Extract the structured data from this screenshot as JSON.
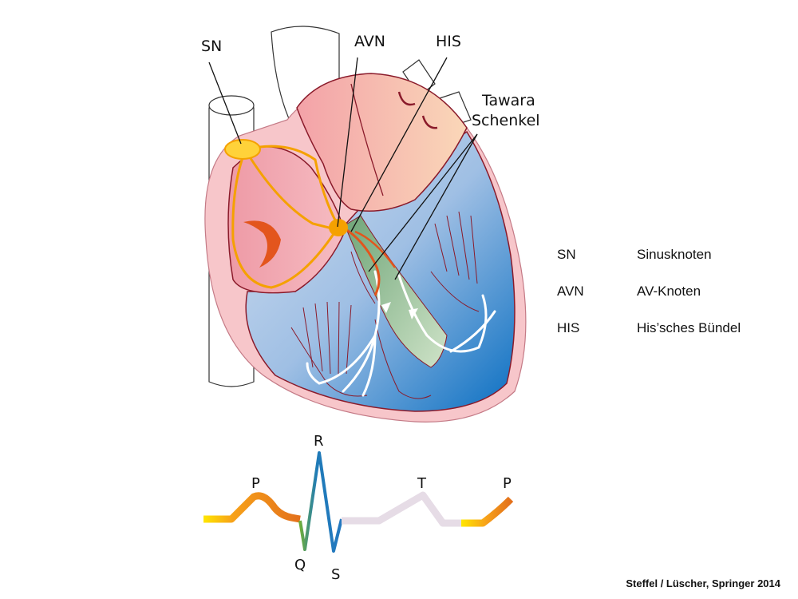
{
  "labels": {
    "sn": "SN",
    "avn": "AVN",
    "his": "HIS",
    "tawara_line1": "Tawara",
    "tawara_line2": "Schenkel"
  },
  "legend": [
    {
      "abbr": "SN",
      "meaning": "Sinusknoten"
    },
    {
      "abbr": "AVN",
      "meaning": "AV-Knoten"
    },
    {
      "abbr": "HIS",
      "meaning": "His’sches Bündel"
    }
  ],
  "ecg": {
    "p1": "P",
    "q": "Q",
    "r": "R",
    "s": "S",
    "t": "T",
    "p2": "P"
  },
  "credit": "Steffel / Lüscher, Springer 2014",
  "colors": {
    "conduction": "#f5a100",
    "node": "#ffd23a",
    "atrium": "#f2a3ad",
    "ventricle_light": "#c6d8ee",
    "ventricle_dark": "#0a74c4",
    "pericardium": "#f7c6ca",
    "his_bundle": "#b7d3b3",
    "outline": "#8a1a2a"
  }
}
